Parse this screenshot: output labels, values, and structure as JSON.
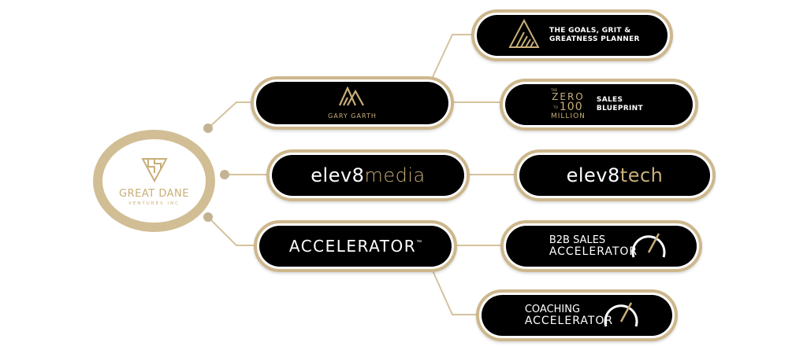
{
  "hub": {
    "title": "GREAT DANE",
    "subtitle": "VENTURES INC"
  },
  "nodes": {
    "gary_garth": {
      "label": "GARY GARTH"
    },
    "goals_planner": {
      "line1": "THE GOALS, GRIT &",
      "line2": "GREATNESS PLANNER"
    },
    "zero_to_100": {
      "word_the": "THE",
      "word_zero": "ZERO",
      "word_to": "TO",
      "number": "100",
      "word_million": "MILLION",
      "sales": "SALES",
      "blueprint": "BLUEPRINT"
    },
    "elev8media": {
      "prefix": "elev8",
      "suffix": "media"
    },
    "elev8tech": {
      "prefix": "elev8",
      "suffix": "tech"
    },
    "accelerator": {
      "label": "ACCELERATOR",
      "tm": "™"
    },
    "b2b_sales_accelerator": {
      "line1": "B2B SALES",
      "line2": "ACCELERATOR"
    },
    "coaching_accelerator": {
      "line1": "COACHING",
      "line2": "ACCELERATOR"
    }
  },
  "colors": {
    "gold": "#cdb78c",
    "gold_text": "#c8ae79",
    "pill_fill": "#000000",
    "background": "#ffffff"
  },
  "icons": [
    "great-dane-logo-icon",
    "gary-garth-logo-icon",
    "goals-planner-logo-icon",
    "speedometer-icon"
  ]
}
